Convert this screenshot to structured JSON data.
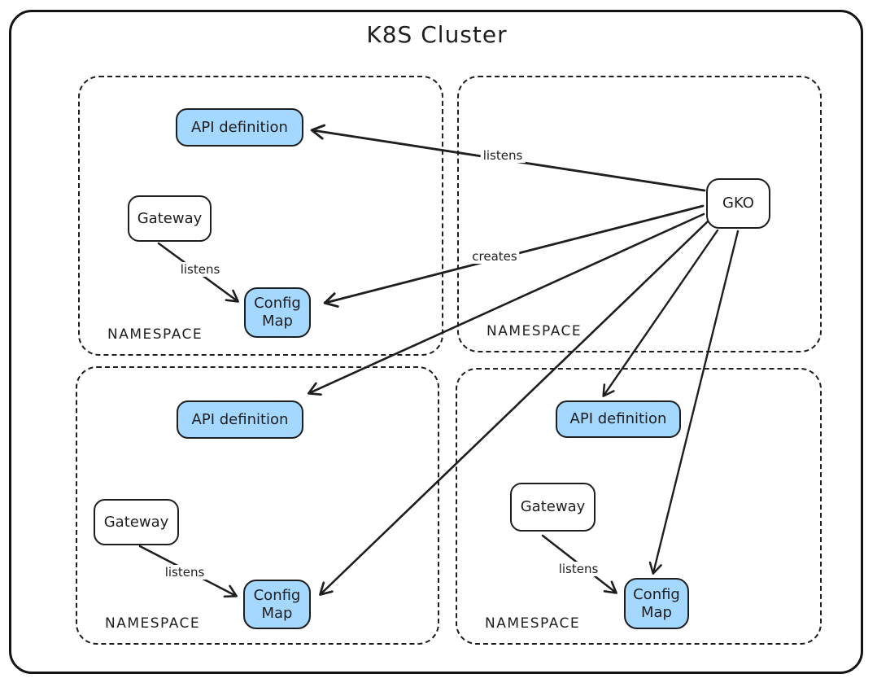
{
  "title": "K8S Cluster",
  "namespace_label": "NAMESPACE",
  "colors": {
    "node_fill_blue": "#a5d8ff",
    "node_fill_white": "#ffffff",
    "stroke": "#1e1e1e",
    "background": "#ffffff"
  },
  "nodes": {
    "gko": {
      "label": "GKO"
    },
    "api_tl": {
      "label": "API definition"
    },
    "gw_tl": {
      "label": "Gateway"
    },
    "cm_tl": {
      "label": "Config Map"
    },
    "api_bl": {
      "label": "API definition"
    },
    "gw_bl": {
      "label": "Gateway"
    },
    "cm_bl": {
      "label": "Config Map"
    },
    "api_br": {
      "label": "API definition"
    },
    "gw_br": {
      "label": "Gateway"
    },
    "cm_br": {
      "label": "Config Map"
    }
  },
  "edges": [
    {
      "from": "GKO",
      "to": "API definition (top-left namespace)",
      "label": "listens"
    },
    {
      "from": "GKO",
      "to": "Config Map (top-left namespace)",
      "label": "creates"
    },
    {
      "from": "GKO",
      "to": "API definition (bottom-left namespace)",
      "label": ""
    },
    {
      "from": "GKO",
      "to": "Config Map (bottom-left namespace)",
      "label": ""
    },
    {
      "from": "GKO",
      "to": "API definition (bottom-right namespace)",
      "label": ""
    },
    {
      "from": "GKO",
      "to": "Config Map (bottom-right namespace)",
      "label": ""
    },
    {
      "from": "Gateway (top-left namespace)",
      "to": "Config Map (top-left namespace)",
      "label": "listens"
    },
    {
      "from": "Gateway (bottom-left namespace)",
      "to": "Config Map (bottom-left namespace)",
      "label": "listens"
    },
    {
      "from": "Gateway (bottom-right namespace)",
      "to": "Config Map (bottom-right namespace)",
      "label": "listens"
    }
  ]
}
